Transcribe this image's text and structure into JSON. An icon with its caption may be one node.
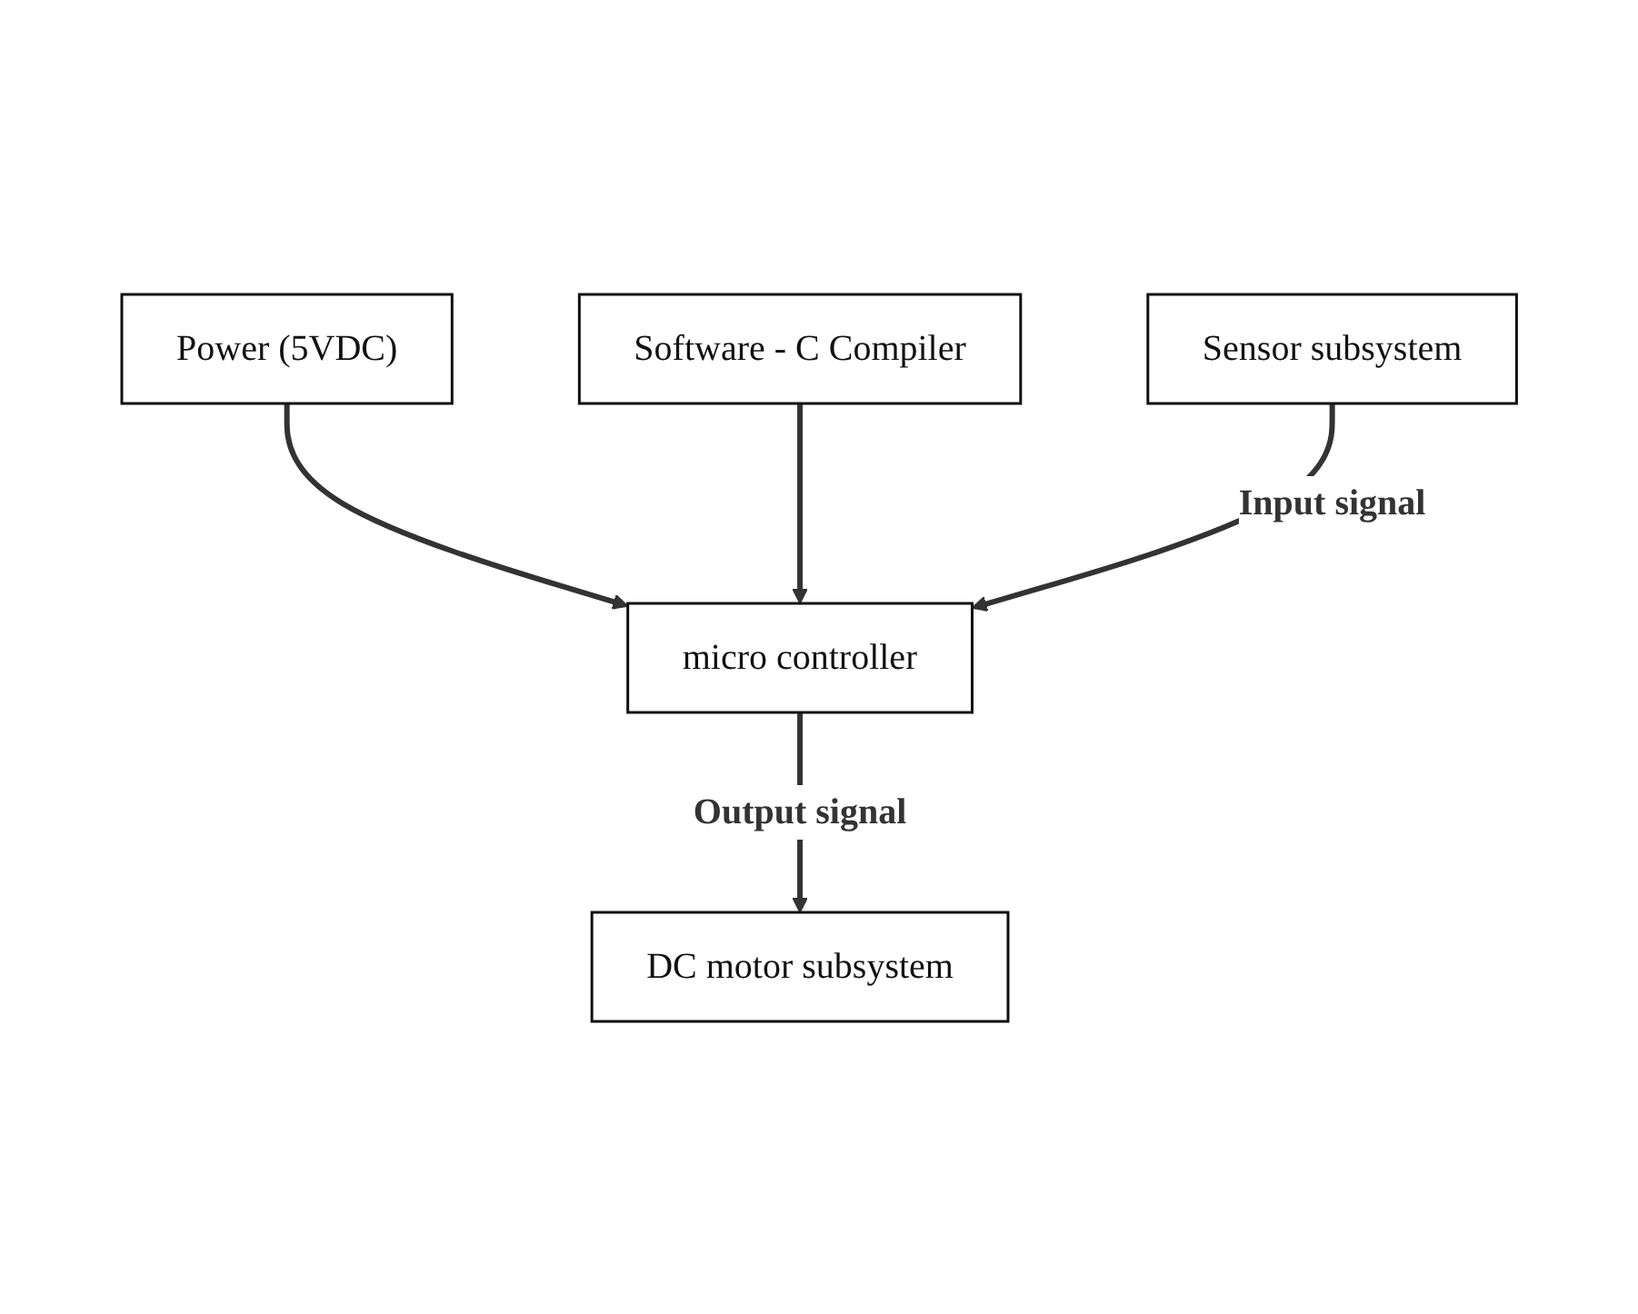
{
  "diagram": {
    "nodes": [
      {
        "text": [
          "Power (5VDC)"
        ]
      },
      {
        "text": [
          "Software - C Compiler"
        ]
      },
      {
        "text": [
          "micro controller"
        ]
      },
      {
        "text": [
          "Sensor subsystem"
        ]
      },
      {
        "text": [
          "DC motor subsystem"
        ]
      }
    ],
    "edges": [
      {
        "from": 0,
        "to": 2,
        "arrow": "to"
      },
      {
        "from": 1,
        "to": 2,
        "arrow": "to"
      },
      {
        "from": 3,
        "to": 2,
        "arrow": "to",
        "label": "Input signal"
      },
      {
        "from": 2,
        "to": 4,
        "arrow": "to",
        "label": "Output signal"
      }
    ]
  }
}
